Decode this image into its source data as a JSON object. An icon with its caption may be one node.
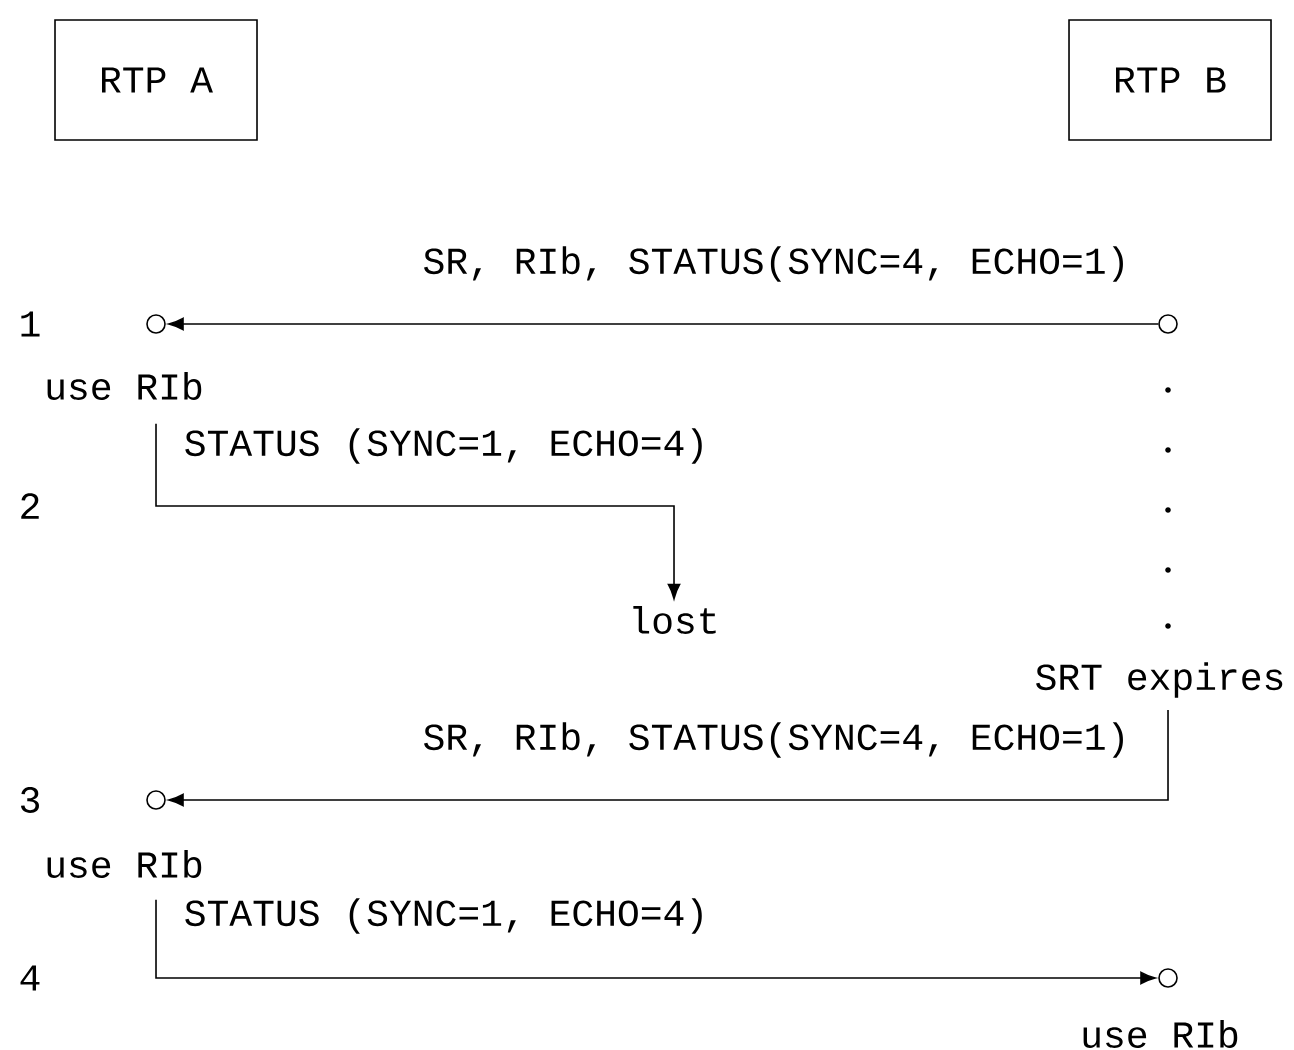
{
  "diagram": {
    "nodes": [
      {
        "text": [
          "RTP A"
        ]
      },
      {
        "text": [
          "RTP B"
        ]
      },
      {
        "text": [],
        "shape": "circle",
        "beside": [
          "use RIb"
        ]
      },
      {
        "text": [],
        "shape": "circle"
      },
      {
        "text": [
          "lost"
        ]
      },
      {
        "text": [
          "SRT expires"
        ]
      },
      {
        "text": [],
        "shape": "circle",
        "beside": [
          "use RIb"
        ]
      },
      {
        "text": [],
        "shape": "circle",
        "beside": [
          "use RIb"
        ]
      }
    ],
    "edges": [
      {
        "from": 3,
        "to": 2,
        "arrow": "to",
        "label": "SR, RIb, STATUS(SYNC=4, ECHO=1)"
      },
      {
        "from": 2,
        "to": 4,
        "arrow": "to",
        "label": "STATUS (SYNC=1, ECHO=4)"
      },
      {
        "from": 5,
        "to": 6,
        "arrow": "to",
        "label": "SR, RIb, STATUS(SYNC=4, ECHO=1)"
      },
      {
        "from": 6,
        "to": 7,
        "arrow": "to",
        "label": "STATUS (SYNC=1, ECHO=4)"
      }
    ],
    "labels": [
      "1",
      "2",
      "3",
      "4"
    ]
  }
}
